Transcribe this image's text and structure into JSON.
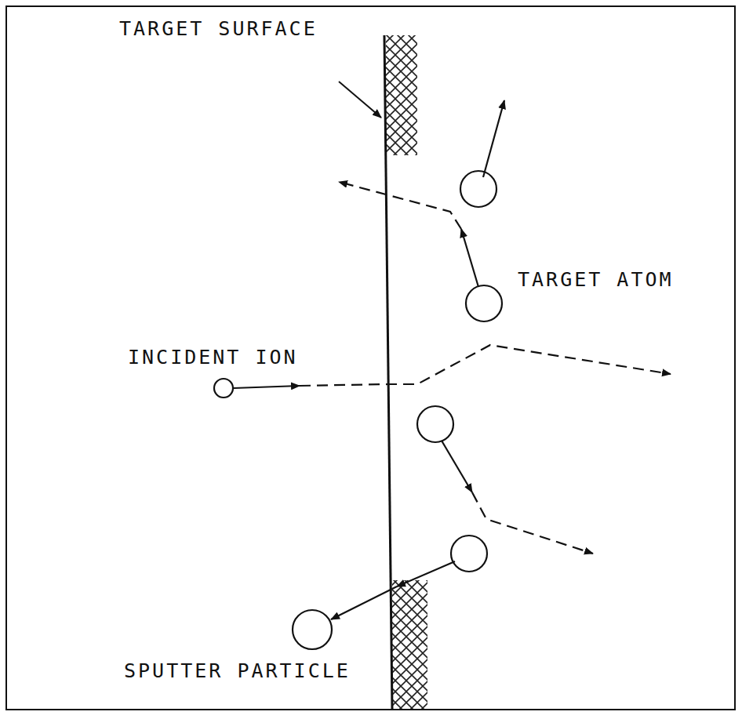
{
  "diagram": {
    "labels": [
      "TARGET SURFACE",
      "TARGET ATOM",
      "INCIDENT ION",
      "SPUTTER PARTICLE"
    ]
  }
}
